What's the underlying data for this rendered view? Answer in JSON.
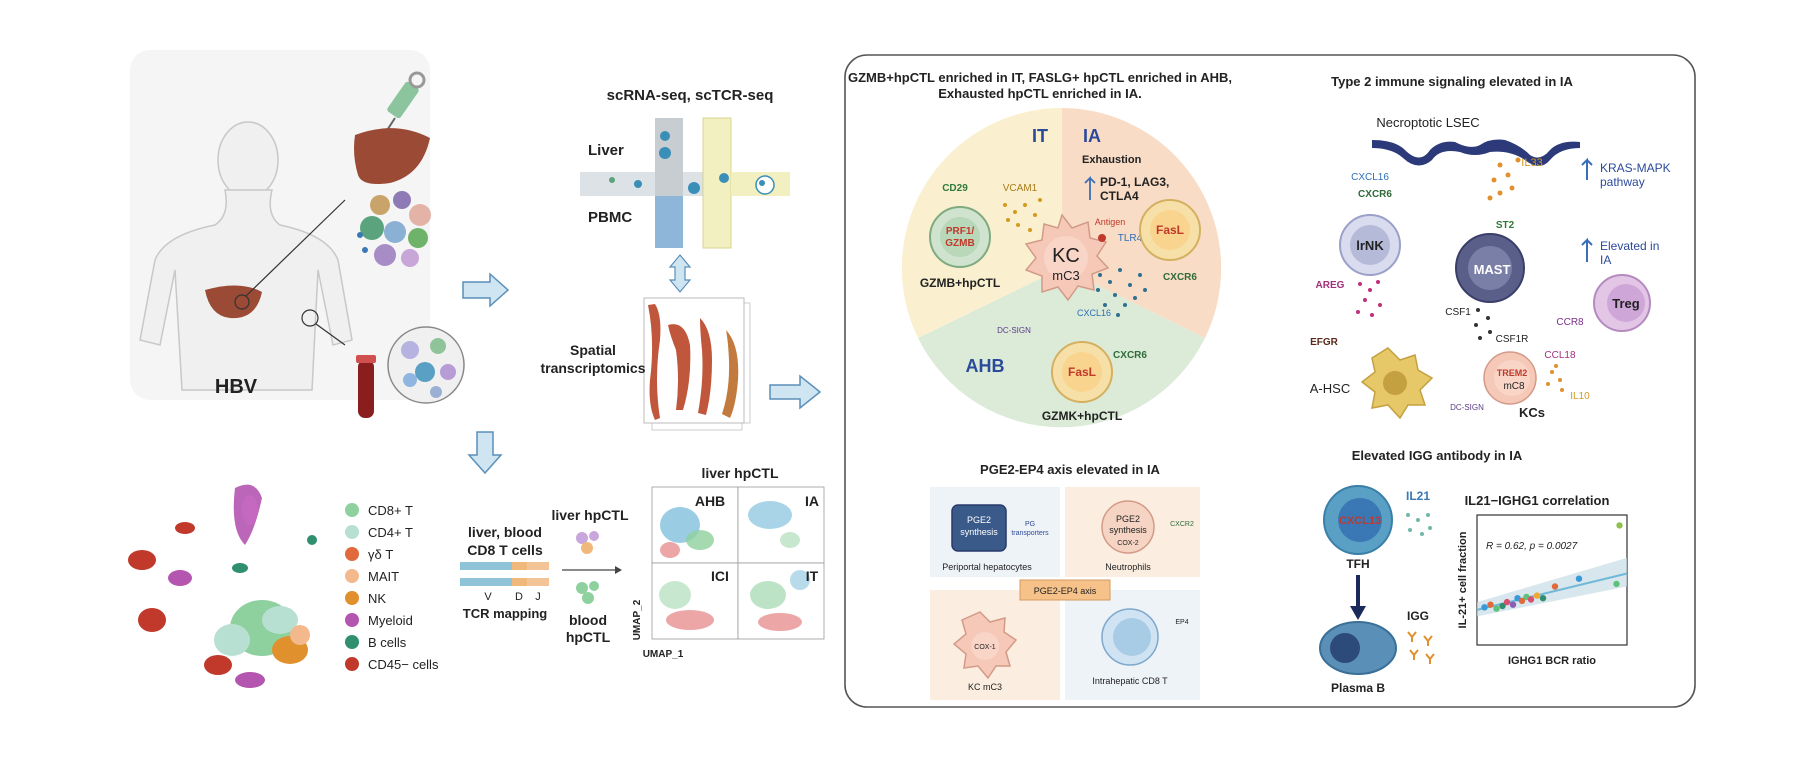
{
  "left": {
    "hbv": "HBV",
    "legend": [
      {
        "label": "CD8+ T",
        "color": "#8fd19e"
      },
      {
        "label": "CD4+ T",
        "color": "#b8e0d2"
      },
      {
        "label": "γδ T",
        "color": "#e06a3b"
      },
      {
        "label": "MAIT",
        "color": "#f3b98c"
      },
      {
        "label": "NK",
        "color": "#e0902c"
      },
      {
        "label": "Myeloid",
        "color": "#b455b0"
      },
      {
        "label": "B cells",
        "color": "#2f8f6f"
      },
      {
        "label": "CD45− cells",
        "color": "#c0392b"
      }
    ]
  },
  "middle": {
    "seq_title": "scRNA-seq, scTCR-seq",
    "liver": "Liver",
    "pbmc": "PBMC",
    "spatial_line1": "Spatial",
    "spatial_line2": "transcriptomics",
    "tcr_title_1": "liver, blood",
    "tcr_title_2": "CD8 T cells",
    "v": "V",
    "d": "D",
    "j": "J",
    "tcr_mapping": "TCR mapping",
    "liver_hpctl": "liver hpCTL",
    "blood_1": "blood",
    "blood_2": "hpCTL",
    "umap_title": "liver hpCTL",
    "umap_panels": [
      "AHB",
      "IA",
      "ICI",
      "IT"
    ],
    "umap_x": "UMAP_1",
    "umap_y": "UMAP_2"
  },
  "circle_panel": {
    "title_1": "GZMB+hpCTL enriched in IT, FASLG+ hpCTL enriched in AHB,",
    "title_2": "Exhausted hpCTL enriched in IA.",
    "it": "IT",
    "ia": "IA",
    "ahb": "AHB",
    "exhaustion": "Exhaustion",
    "exh_genes_1": "PD-1, LAG3,",
    "exh_genes_2": "CTLA4",
    "cd29": "CD29",
    "vcam1": "VCAM1",
    "prf1": "PRF1/",
    "gzmb": "GZMB",
    "gzmb_hpctl": "GZMB+hpCTL",
    "antigen": "Antigen",
    "tlr4": "TLR4",
    "kc": "KC",
    "mc3": "mC3",
    "fasl_top": "FasL",
    "cxcr6_top": "CXCR6",
    "cxcl16": "CXCL16",
    "dc_sign": "DC-SIGN",
    "fasl_bottom": "FasL",
    "cxcr6_bottom": "CXCR6",
    "gzmk_hpctl": "GZMK+hpCTL"
  },
  "type2_panel": {
    "title": "Type 2 immune signaling elevated in IA",
    "lsec": "Necroptotic LSEC",
    "cxcl16": "CXCL16",
    "cxcr6": "CXCR6",
    "il33": "IL33",
    "kras_1": "KRAS-MAPK",
    "kras_2": "pathway",
    "irnk": "lrNK",
    "st2": "ST2",
    "mast": "MAST",
    "elev_1": "Elevated in",
    "elev_2": "IA",
    "areg": "AREG",
    "csf1": "CSF1",
    "csf1r": "CSF1R",
    "treg": "Treg",
    "ccr8": "CCR8",
    "ccl18": "CCL18",
    "egfr": "EFGR",
    "ahsc": "A-HSC",
    "trem2": "TREM2",
    "mc8": "mC8",
    "dc_sign": "DC-SIGN",
    "il10": "IL10",
    "kcs": "KCs"
  },
  "pge2_panel": {
    "title": "PGE2-EP4 axis elevated in IA",
    "pge2_synthesis_1": "PGE2",
    "pge2_synthesis_2": "synthesis",
    "pg_transporters_1": "PG",
    "pg_transporters_2": "transporters",
    "periportal": "Periportal hepatocytes",
    "neu_pge2_1": "PGE2",
    "neu_pge2_2": "synthesis",
    "cox2": "COX-2",
    "cxcr2": "CXCR2",
    "neutrophils": "Neutrophils",
    "axis": "PGE2-EP4 axis",
    "cox1": "COX-1",
    "kc_mc3": "KC mC3",
    "ep4": "EP4",
    "intrahepatic": "Intrahepatic CD8 T"
  },
  "igg_panel": {
    "title": "Elevated IGG antibody in IA",
    "cxcl13": "CXCL13",
    "il21": "IL21",
    "tfh": "TFH",
    "igg": "IGG",
    "plasma": "Plasma B"
  },
  "chart_data": {
    "type": "scatter",
    "title": "IL21−IGHG1 correlation",
    "xlabel": "IGHG1 BCR ratio",
    "ylabel": "IL-21+ cell  fraction",
    "annotation_r": "R = 0.62, ",
    "annotation_p": "p = 0.0027",
    "points": [
      {
        "x": 0.05,
        "y": 0.29,
        "color": "#3a9ad9"
      },
      {
        "x": 0.09,
        "y": 0.31,
        "color": "#e06a3b"
      },
      {
        "x": 0.13,
        "y": 0.28,
        "color": "#5fc07a"
      },
      {
        "x": 0.17,
        "y": 0.3,
        "color": "#2f8f6f"
      },
      {
        "x": 0.2,
        "y": 0.33,
        "color": "#d94f70"
      },
      {
        "x": 0.24,
        "y": 0.31,
        "color": "#8e5bb5"
      },
      {
        "x": 0.27,
        "y": 0.36,
        "color": "#3a9ad9"
      },
      {
        "x": 0.3,
        "y": 0.34,
        "color": "#e06a3b"
      },
      {
        "x": 0.33,
        "y": 0.37,
        "color": "#5fc07a"
      },
      {
        "x": 0.36,
        "y": 0.35,
        "color": "#d94f70"
      },
      {
        "x": 0.4,
        "y": 0.38,
        "color": "#f0a830"
      },
      {
        "x": 0.44,
        "y": 0.36,
        "color": "#2f8f6f"
      },
      {
        "x": 0.52,
        "y": 0.45,
        "color": "#e06a3b"
      },
      {
        "x": 0.68,
        "y": 0.51,
        "color": "#3a9ad9"
      },
      {
        "x": 0.93,
        "y": 0.47,
        "color": "#5fc07a"
      },
      {
        "x": 0.95,
        "y": 0.92,
        "color": "#8fc04a"
      }
    ],
    "fit": {
      "x0": 0.0,
      "y0": 0.27,
      "x1": 1.0,
      "y1": 0.55
    },
    "xlim": [
      0,
      1
    ],
    "ylim": [
      0,
      1
    ]
  }
}
